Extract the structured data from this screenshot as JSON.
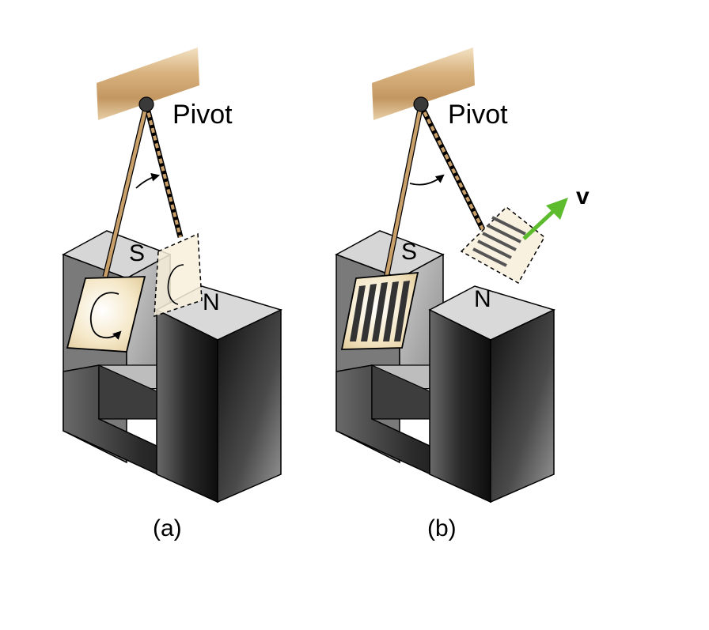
{
  "panels": [
    {
      "caption": "(a)",
      "pivot_label": "Pivot",
      "south_label": "S",
      "north_label": "N"
    },
    {
      "caption": "(b)",
      "pivot_label": "Pivot",
      "south_label": "S",
      "north_label": "N",
      "velocity_label": "v"
    }
  ],
  "colors": {
    "ceiling": "#c9a06a",
    "ceiling_light": "#ecd7b3",
    "rod": "#c9a06a",
    "pivot": "#3a3a3a",
    "plate_fill": "#f7ecd2",
    "magnet_top": "#d9d9d9",
    "magnet_dark": "#1a1a1a",
    "velocity_arrow": "#5dbb2e"
  }
}
